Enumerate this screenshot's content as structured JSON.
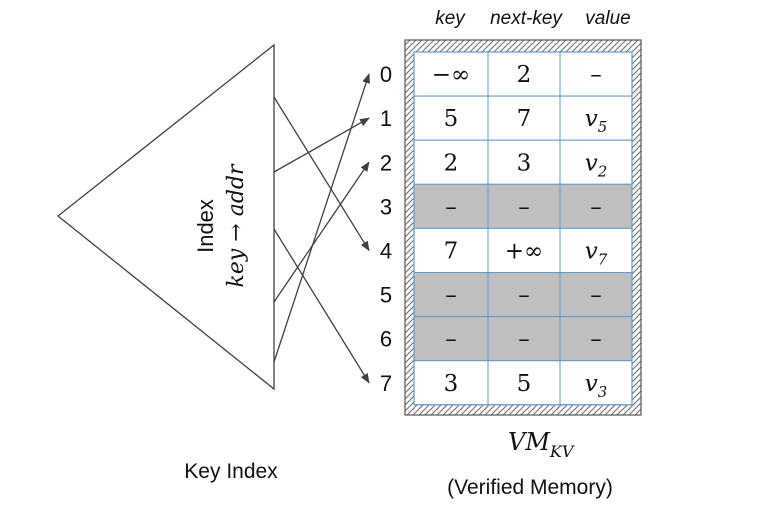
{
  "headers": {
    "key": "key",
    "next_key": "next-key",
    "value": "value"
  },
  "rows": [
    {
      "index": "0",
      "key": "−∞",
      "next": "2",
      "val": "–",
      "val_sub": "",
      "empty": false
    },
    {
      "index": "1",
      "key": "5",
      "next": "7",
      "val": "v",
      "val_sub": "5",
      "empty": false
    },
    {
      "index": "2",
      "key": "2",
      "next": "3",
      "val": "v",
      "val_sub": "2",
      "empty": false
    },
    {
      "index": "3",
      "key": "–",
      "next": "–",
      "val": "–",
      "val_sub": "",
      "empty": true
    },
    {
      "index": "4",
      "key": "7",
      "next": "+∞",
      "val": "v",
      "val_sub": "7",
      "empty": false
    },
    {
      "index": "5",
      "key": "–",
      "next": "–",
      "val": "–",
      "val_sub": "",
      "empty": true
    },
    {
      "index": "6",
      "key": "–",
      "next": "–",
      "val": "–",
      "val_sub": "",
      "empty": true
    },
    {
      "index": "7",
      "key": "3",
      "next": "5",
      "val": "v",
      "val_sub": "3",
      "empty": false
    }
  ],
  "index_mappings": [
    {
      "from": "top",
      "to_row": "4"
    },
    {
      "from": "upper",
      "to_row": "1"
    },
    {
      "from": "middle",
      "to_row": "7"
    },
    {
      "from": "lower",
      "to_row": "2"
    },
    {
      "from": "bottom",
      "to_row": "0"
    }
  ],
  "triangle": {
    "title": "Index",
    "formula": "key → addr"
  },
  "key_index_caption": "Key Index",
  "memory_label_main": "VM",
  "memory_label_sub": "KV",
  "memory_caption": "(Verified Memory)",
  "colors": {
    "empty_fill": "#bfbfbf",
    "cell_border": "#5b9bd5",
    "line": "#404040",
    "hatch_border": "#555555"
  }
}
